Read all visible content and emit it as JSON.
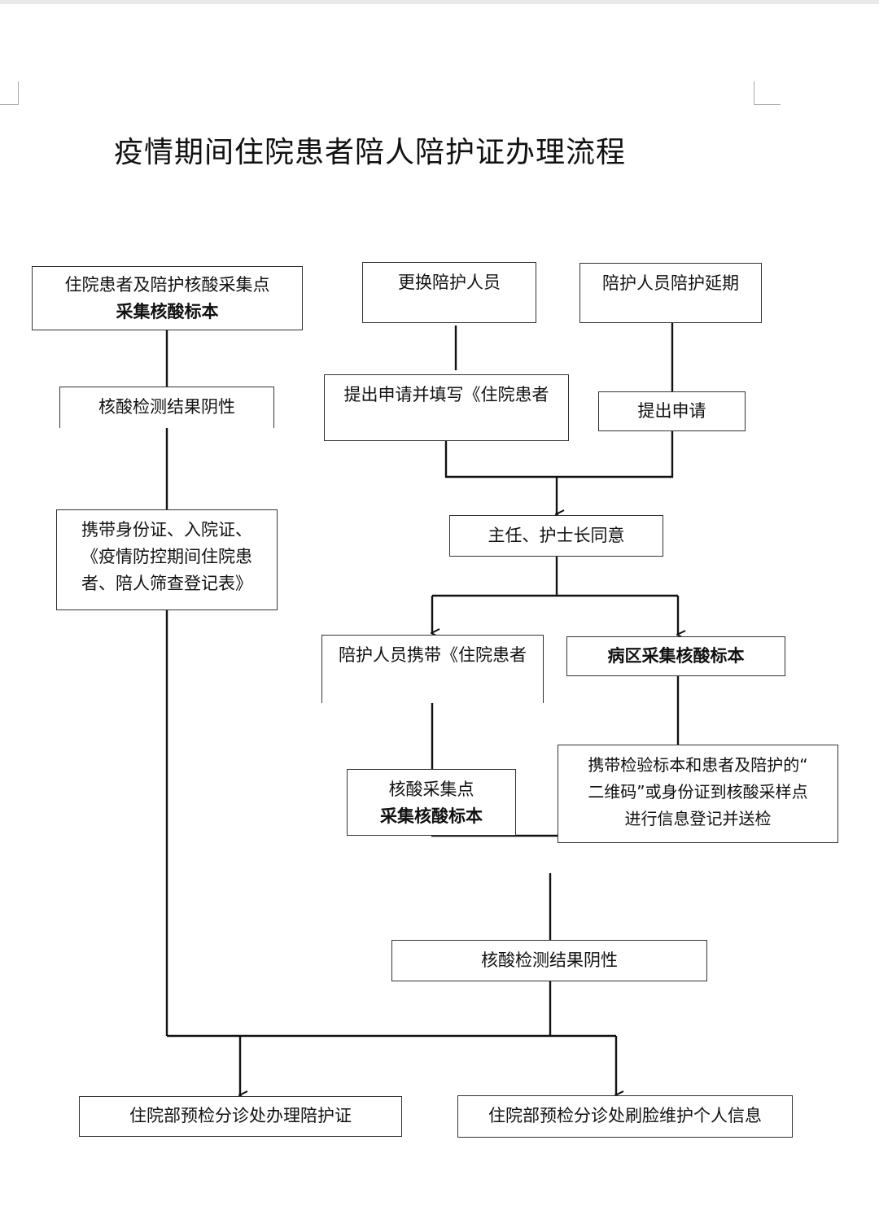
{
  "title": "疫情期间住院患者陪人陪护证办理流程",
  "boxes": {
    "collect_point": {
      "line1": "住院患者及陪护核酸采集点",
      "line2": "采集核酸标本"
    },
    "negative_1": "核酸检测结果阴性",
    "documents": {
      "line1": "携带身份证、入院证、",
      "line2": "《疫情防控期间住院患",
      "line3": "者、陪人筛查登记表》"
    },
    "replace_escort": "更换陪护人员",
    "extend_escort": "陪护人员陪护延期",
    "apply_fill": "提出申请并填写《住院患者",
    "apply": "提出申请",
    "approval": "主任、护士长同意",
    "escort_carry": "陪护人员携带《住院患者",
    "ward_collect": "病区采集核酸标本",
    "collect_point_2": {
      "line1": "核酸采集点",
      "line2": "采集核酸标本"
    },
    "send_test": {
      "line1": "携带检验标本和患者及陪护的“",
      "line2": "二维码”或身份证到核酸采样点",
      "line3": "进行信息登记并送检"
    },
    "negative_2": "核酸检测结果阴性",
    "issue_pass": "住院部预检分诊处办理陪护证",
    "face_scan": "住院部预检分诊处刷脸维护个人信息"
  }
}
